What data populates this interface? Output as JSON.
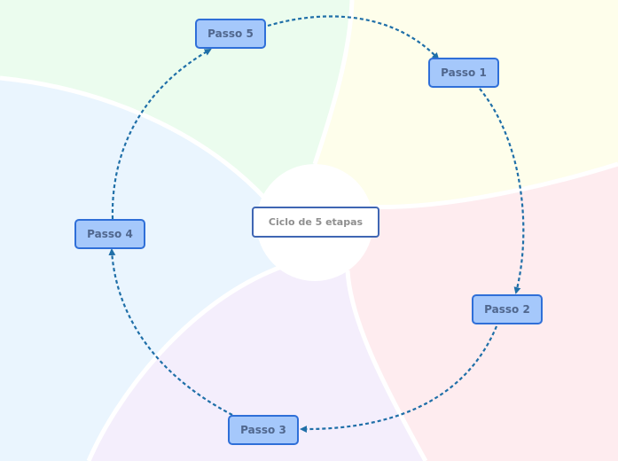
{
  "diagram": {
    "center_label": "Ciclo de 5 etapas",
    "steps": [
      {
        "label": "Passo 1"
      },
      {
        "label": "Passo 2"
      },
      {
        "label": "Passo 3"
      },
      {
        "label": "Passo 4"
      },
      {
        "label": "Passo 5"
      }
    ],
    "sector_colors": [
      "#fefeeb",
      "#feecef",
      "#f4eefc",
      "#eaf5fe",
      "#ebfcee"
    ],
    "arrow_color": "#1f6fa8"
  }
}
